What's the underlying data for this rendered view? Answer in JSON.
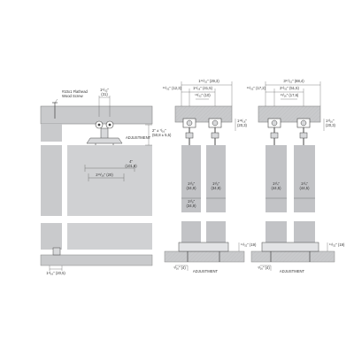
{
  "colors": {
    "panel": "#c9cacc",
    "panel_dark": "#a9abae",
    "track": "#b7b8bb",
    "line": "#555555",
    "text": "#333333"
  },
  "left_view": {
    "screw_label_1": "#10x1 Flathead",
    "screw_label_2": "Wood Screw",
    "top_width": "1⁵/₃₂\"",
    "top_width_mm": "(31)",
    "adjustment_label": "ADJUSTMENT",
    "adjust_range": "2\" ± ⁷/₁₆\"",
    "adjust_range_mm": "(50,8 ± 5,5)",
    "offset_4": "4\"",
    "offset_4_mm": "(101,6)",
    "offset_2": "2¹³/₁₆\" (20)",
    "bottom_guide": "1¹/₁₆\" (20,5)"
  },
  "middle_view": {
    "overall": "1¹⁵/₃₂\" (29,3)",
    "left_offset": "¹⁵/₃₂\" (12,3)",
    "inner_gap": "1⁵/₁₆\" (41,5)",
    "small_gap": "¹³/₃₂\" (10)",
    "side_dim": "1¹³/₁₆\"",
    "side_dim_mm": "(20,3)",
    "door_thickness_a": "1³/₈\"",
    "door_thickness_a_mm": "(34,9)",
    "bottom_gap": "³/₁₆\" (4)",
    "bottom_adjustment": "ADJUSTMENT",
    "floor_dim": "¹¹/₃₂\" (19)",
    "door_a": "1³/₈\"",
    "door_a_mm": "(34,9)",
    "door_b": "1³/₈\"",
    "door_b_mm": "(34,9)"
  },
  "right_view": {
    "overall": "3¹⁷/₃₂\" (88,4)",
    "left_offset": "¹⁵/₃₂\" (17,2)",
    "inner_gap": "2¹/₃₂\" (51,5)",
    "small_gap": "¹³/₁₆\" (17,6)",
    "side_dim": "1³/₁₆\"",
    "side_dim_mm": "(20,3)",
    "door_a": "1³/₄\"",
    "door_a_mm": "(44,5)",
    "door_b": "1³/₄\"",
    "door_b_mm": "(44,5)",
    "bottom_gap": "³/₁₆\" (4)",
    "bottom_adjustment": "ADJUSTMENT",
    "floor_dim": "¹¹/₃₂\" (19)"
  }
}
